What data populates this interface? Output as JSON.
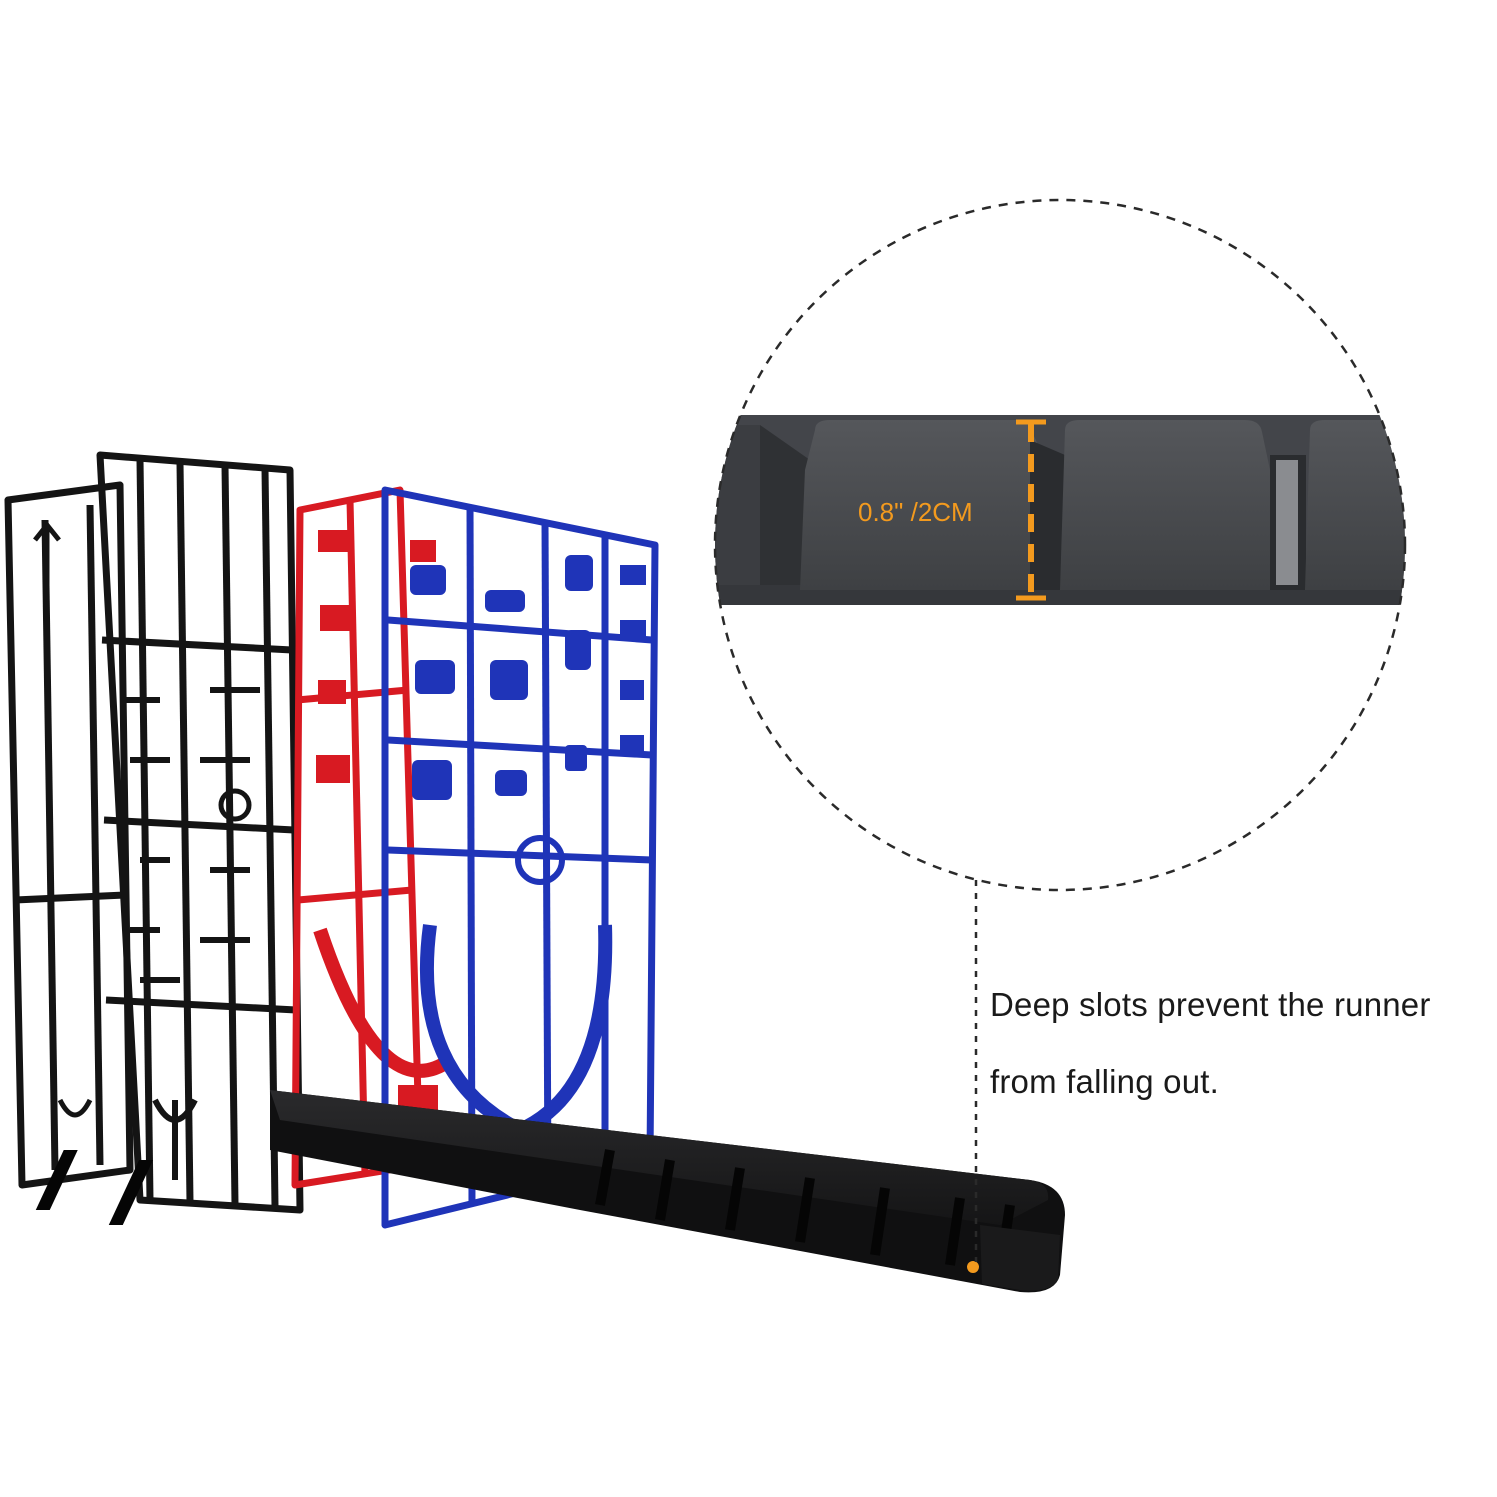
{
  "callout": {
    "measurement": "0.8\" /2CM",
    "caption_line1": "Deep slots prevent the runner",
    "caption_line2": "from falling out."
  },
  "colors": {
    "accent_orange": "#f39a1e",
    "holder_black": "#1c1c1e",
    "runner_red": "#d81a22",
    "runner_blue": "#1f34b8",
    "runner_black": "#141414",
    "zoom_gray": "#4a4c50"
  }
}
